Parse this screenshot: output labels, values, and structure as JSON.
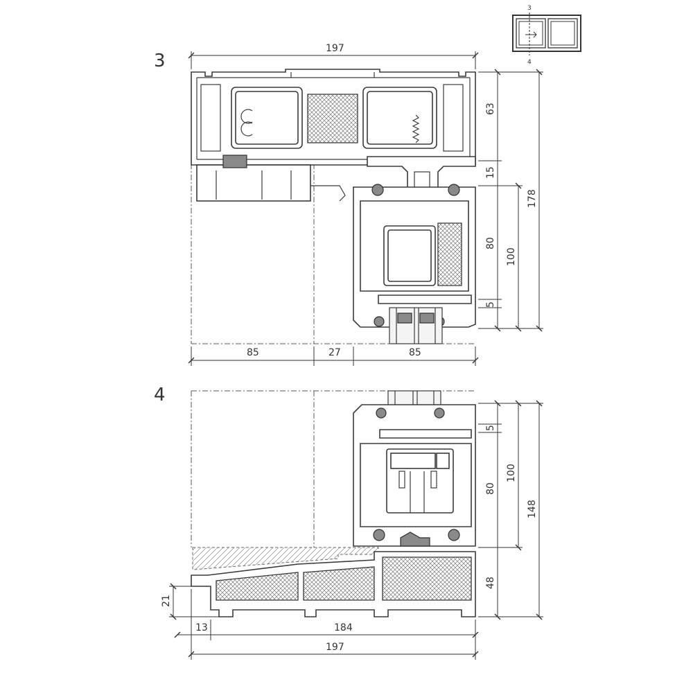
{
  "sections": [
    {
      "id": "3",
      "label": "3"
    },
    {
      "id": "4",
      "label": "4"
    }
  ],
  "key_plan": {
    "top_marker": "3",
    "bottom_marker": "4"
  },
  "dimensions": {
    "s3_width_top": "197",
    "s3_bottom_left": "85",
    "s3_bottom_mid": "27",
    "s3_bottom_right": "85",
    "s3_right_63": "63",
    "s3_right_15": "15",
    "s3_right_80": "80",
    "s3_right_5": "5",
    "s3_right_100": "100",
    "s3_right_178": "178",
    "s4_right_5": "5",
    "s4_right_80": "80",
    "s4_right_100": "100",
    "s4_right_148": "148",
    "s4_right_48": "48",
    "s4_left_21": "21",
    "s4_bottom_13": "13",
    "s4_bottom_184": "184",
    "s4_bottom_197": "197"
  }
}
